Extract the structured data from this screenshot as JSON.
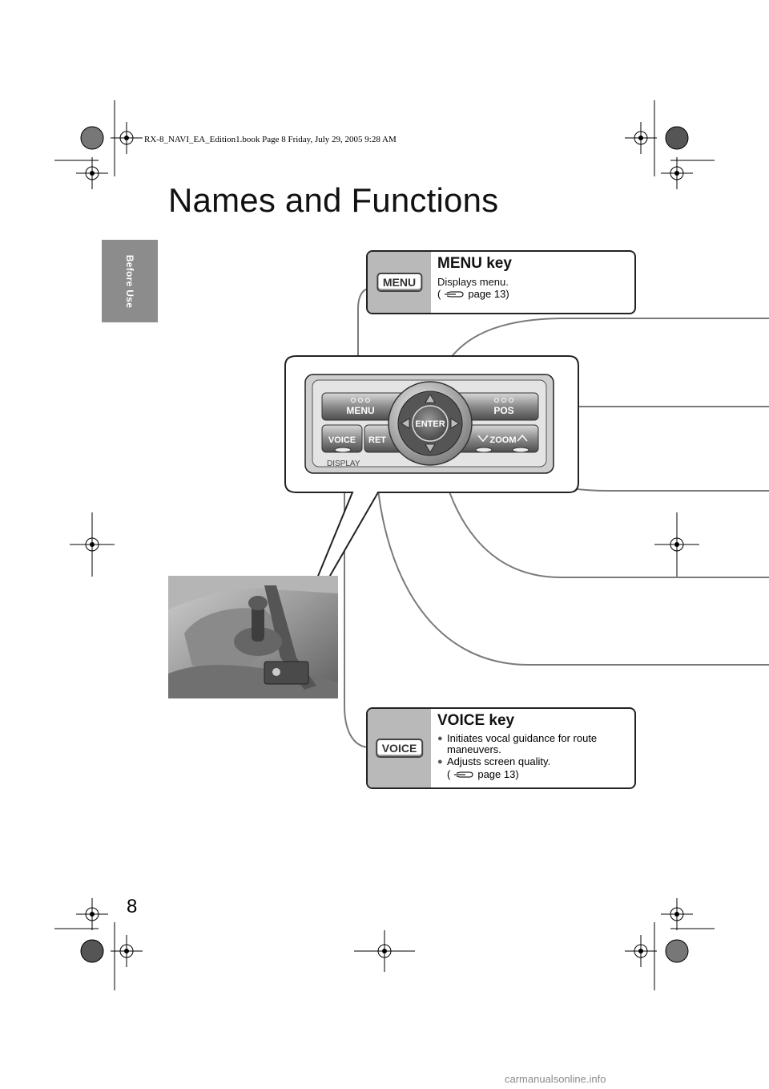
{
  "header": {
    "book_info": "RX-8_NAVI_EA_Edition1.book  Page 8  Friday, July 29, 2005  9:28 AM"
  },
  "side_tab": {
    "label": "Before Use"
  },
  "page": {
    "title": "Names and Functions",
    "number": "8"
  },
  "panel": {
    "keys": [
      "MENU",
      "POS",
      "ENTER",
      "VOICE",
      "RET",
      "ZOOM"
    ],
    "sub_label": "DISPLAY"
  },
  "menu_key": {
    "key_label": "MENU",
    "title": "MENU key",
    "description": "Displays menu.",
    "ref_open": "(",
    "ref_page": "page 13)"
  },
  "voice_key": {
    "key_label": "VOICE",
    "title": "VOICE key",
    "bullets": [
      "Initiates vocal guidance for route maneuvers.",
      "Adjusts screen quality."
    ],
    "ref_open": "(",
    "ref_page": "page 13)"
  },
  "footer": {
    "watermark": "carmanualsonline.info"
  },
  "colors": {
    "tab_gray": "#8c8c8c",
    "callout_gray": "#b9b9b9",
    "line_gray": "#7a7a7a"
  },
  "icons": [
    "registration-mark-icon",
    "hand-pointer-icon",
    "bullet-dot-icon"
  ]
}
